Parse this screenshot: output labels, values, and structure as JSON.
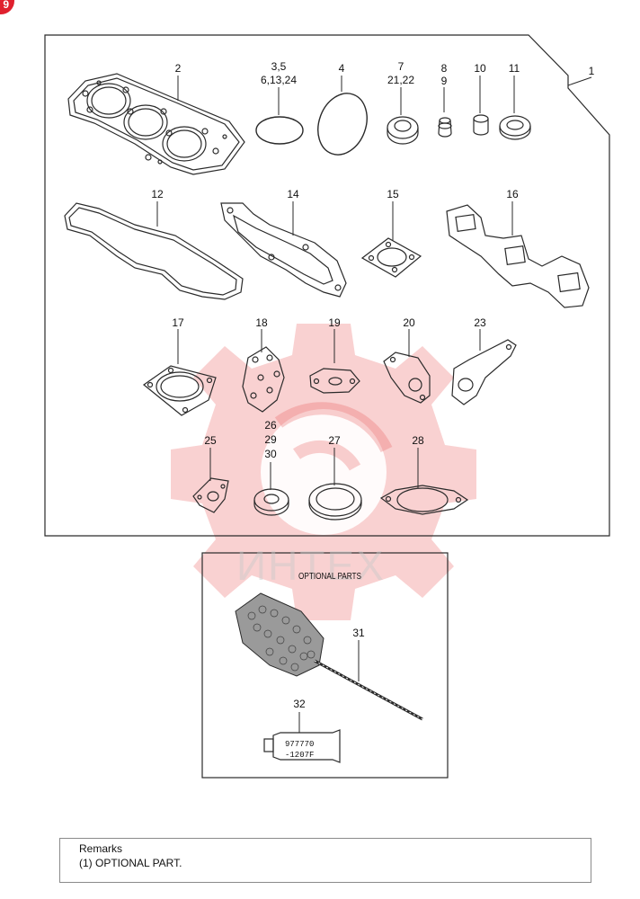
{
  "callouts": {
    "c1": "1",
    "c2": "2",
    "c3": [
      "3,5",
      "6,13,24"
    ],
    "c4": "4",
    "c7": [
      "7",
      "21,22"
    ],
    "c8": [
      "8",
      "9"
    ],
    "c10": "10",
    "c11": "11",
    "c12": "12",
    "c14": "14",
    "c15": "15",
    "c16": "16",
    "c17": "17",
    "c18": "18",
    "c19": "19",
    "c20": "20",
    "c23": "23",
    "c25": "25",
    "c26": [
      "26",
      "29",
      "30"
    ],
    "c27": "27",
    "c28": "28",
    "c31": "31",
    "c32": "32"
  },
  "optional": {
    "title": "OPTIONAL PARTS",
    "tube_label": [
      "977770",
      "-1207F"
    ]
  },
  "remarks": {
    "heading": "Remarks",
    "line1": "(1) OPTIONAL PART."
  },
  "watermark": {
    "text": "ИНТЕХ"
  },
  "badge": {
    "text": "9"
  },
  "colors": {
    "line": "#2a2a2a",
    "watermark_red": "#e85a5a",
    "badge_red": "#e0202e"
  }
}
